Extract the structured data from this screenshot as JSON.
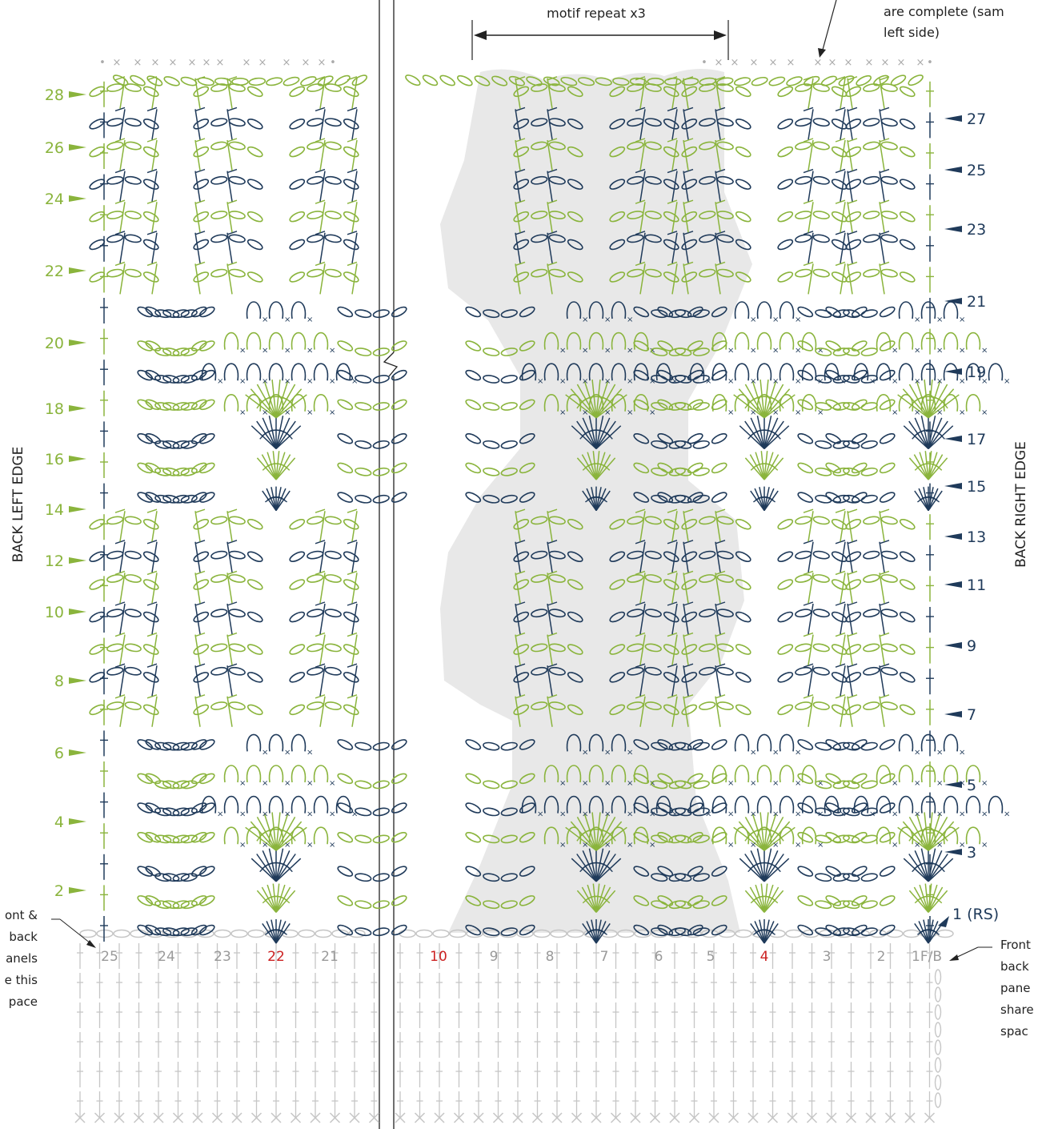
{
  "annotations": {
    "motif_repeat": "motif repeat x3",
    "top_right_note_line1": "are complete (sam",
    "top_right_note_line2": "left side)",
    "left_note": [
      "ont &",
      "back",
      "anels",
      "e this",
      "pace"
    ],
    "right_note": [
      "Front",
      "back",
      "pane",
      "share",
      "spac"
    ]
  },
  "edges": {
    "left": "BACK LEFT EDGE",
    "right": "BACK RIGHT EDGE"
  },
  "rows": {
    "left_even": [
      "28",
      "26",
      "24",
      "22",
      "20",
      "18",
      "16",
      "14",
      "12",
      "10",
      "8",
      "6",
      "4",
      "2"
    ],
    "right_odd": [
      "27",
      "25",
      "23",
      "21",
      "19",
      "17",
      "15",
      "13",
      "11",
      "9",
      "7",
      "5",
      "3"
    ],
    "row1": "1 (RS)"
  },
  "base_numbers": {
    "left": [
      "25",
      "24",
      "23",
      "22",
      "21"
    ],
    "right": [
      "10",
      "9",
      "8",
      "7",
      "6",
      "5",
      "4",
      "3",
      "2",
      "1F/B"
    ],
    "highlighted": [
      "22",
      "10",
      "4"
    ]
  },
  "colors": {
    "green": "#8ab43c",
    "navy": "#1f3a5a",
    "grey": "#c6c6c6",
    "shade": "#e8e8e8",
    "highlight_red": "#cc2222",
    "text": "#222222"
  }
}
